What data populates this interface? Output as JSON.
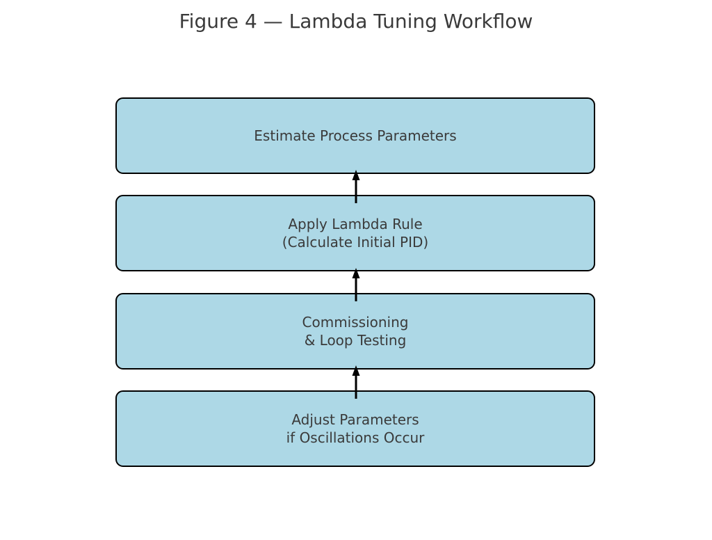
{
  "figure": {
    "title": "Figure 4 — Lambda Tuning Workflow"
  },
  "diagram": {
    "type": "flowchart",
    "flow_direction": "bottom-to-top",
    "nodes": [
      {
        "id": "estimate-process-parameters",
        "label": "Estimate Process Parameters"
      },
      {
        "id": "apply-lambda-rule",
        "label": "Apply Lambda Rule\n(Calculate Initial PID)"
      },
      {
        "id": "commissioning-loop-testing",
        "label": "Commissioning\n& Loop Testing"
      },
      {
        "id": "adjust-parameters",
        "label": "Adjust Parameters\nif Oscillations Occur"
      }
    ],
    "edges": [
      {
        "from": "apply-lambda-rule",
        "to": "estimate-process-parameters"
      },
      {
        "from": "commissioning-loop-testing",
        "to": "apply-lambda-rule"
      },
      {
        "from": "adjust-parameters",
        "to": "commissioning-loop-testing"
      }
    ],
    "colors": {
      "node_fill": "#ADD8E6",
      "node_border": "#000000",
      "text": "#3A3A3A",
      "arrow": "#000000",
      "background": "#FFFFFF"
    }
  }
}
